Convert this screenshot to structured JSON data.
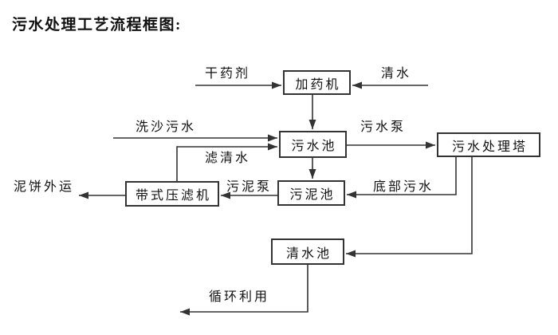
{
  "title": "污水处理工艺流程框图:",
  "diagram": {
    "nodes": {
      "dosing_machine": "加药机",
      "sewage_pool": "污水池",
      "treatment_tower": "污水处理塔",
      "sludge_pool": "污泥池",
      "belt_filter_press": "带式压滤机",
      "clean_water_pool": "清水池"
    },
    "edge_labels": {
      "dry_agent": "干药剂",
      "clean_water": "清水",
      "sand_washing_sewage": "洗沙污水",
      "sewage_pump": "污水泵",
      "filtered_water": "滤清水",
      "bottom_sewage": "底部污水",
      "sludge_pump": "污泥泵",
      "mud_cake_out": "泥饼外运",
      "recycle": "循环利用"
    },
    "colors": {
      "line": "#333333",
      "text": "#111111",
      "background": "#ffffff"
    }
  }
}
